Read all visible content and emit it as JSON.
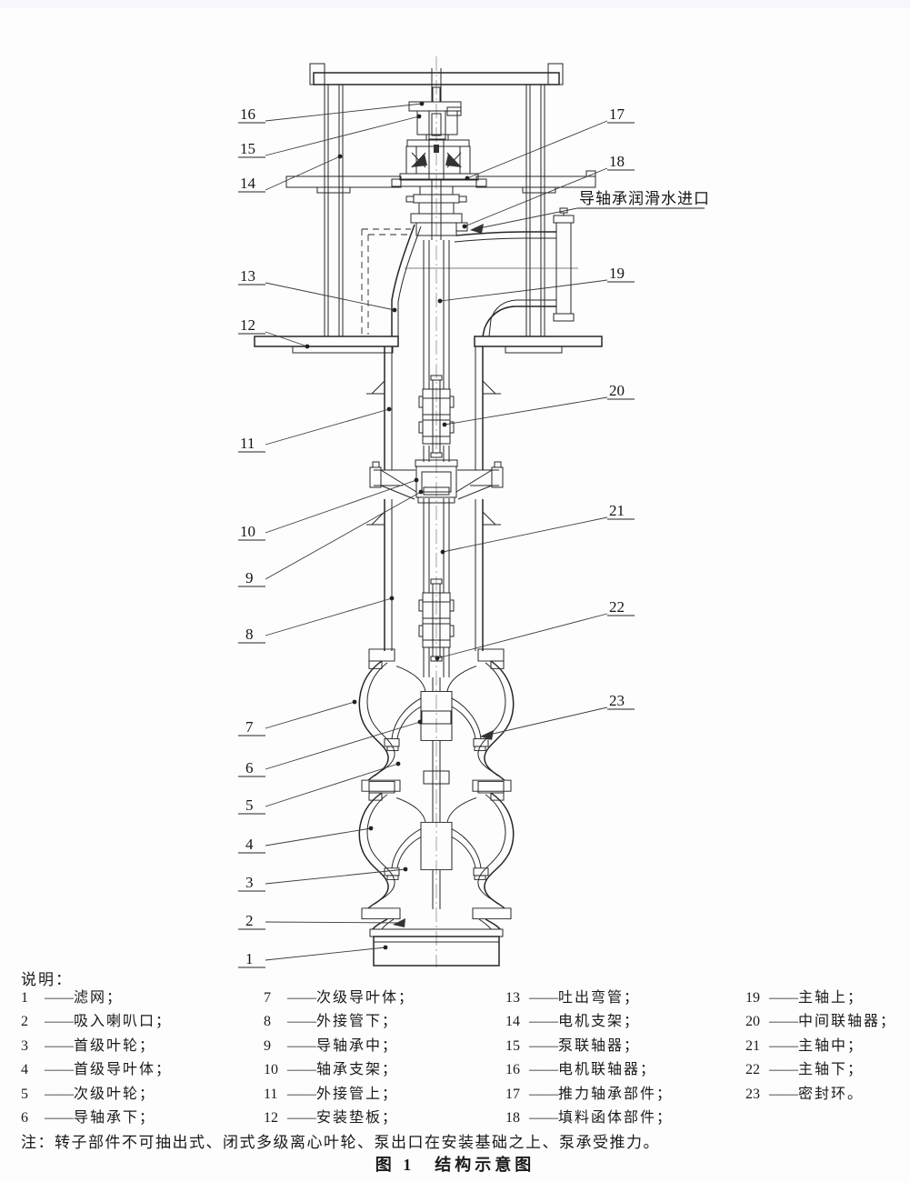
{
  "figure": {
    "legend_title": "说明：",
    "inlet_label": "导轴承润滑水进口",
    "note": "注：转子部件不可抽出式、闭式多级离心叶轮、泵出口在安装基础之上、泵承受推力。",
    "caption": "图 1　结构示意图",
    "dash": "——"
  },
  "callouts": {
    "c1": "1",
    "c2": "2",
    "c3": "3",
    "c4": "4",
    "c5": "5",
    "c6": "6",
    "c7": "7",
    "c8": "8",
    "c9": "9",
    "c10": "10",
    "c11": "11",
    "c12": "12",
    "c13": "13",
    "c14": "14",
    "c15": "15",
    "c16": "16",
    "c17": "17",
    "c18": "18",
    "c19": "19",
    "c20": "20",
    "c21": "21",
    "c22": "22",
    "c23": "23"
  },
  "legend": {
    "columns": [
      {
        "items": [
          {
            "num": "1",
            "name": "滤网；"
          },
          {
            "num": "2",
            "name": "吸入喇叭口；"
          },
          {
            "num": "3",
            "name": "首级叶轮；"
          },
          {
            "num": "4",
            "name": "首级导叶体；"
          },
          {
            "num": "5",
            "name": "次级叶轮；"
          },
          {
            "num": "6",
            "name": "导轴承下；"
          }
        ]
      },
      {
        "items": [
          {
            "num": "7",
            "name": "次级导叶体；"
          },
          {
            "num": "8",
            "name": "外接管下；"
          },
          {
            "num": "9",
            "name": "导轴承中；"
          },
          {
            "num": "10",
            "name": "轴承支架；"
          },
          {
            "num": "11",
            "name": "外接管上；"
          },
          {
            "num": "12",
            "name": "安装垫板；"
          }
        ]
      },
      {
        "items": [
          {
            "num": "13",
            "name": "吐出弯管；"
          },
          {
            "num": "14",
            "name": "电机支架；"
          },
          {
            "num": "15",
            "name": "泵联轴器；"
          },
          {
            "num": "16",
            "name": "电机联轴器；"
          },
          {
            "num": "17",
            "name": "推力轴承部件；"
          },
          {
            "num": "18",
            "name": "填料函体部件；"
          }
        ]
      },
      {
        "items": [
          {
            "num": "19",
            "name": "主轴上；"
          },
          {
            "num": "20",
            "name": "中间联轴器；"
          },
          {
            "num": "21",
            "name": "主轴中；"
          },
          {
            "num": "22",
            "name": "主轴下；"
          },
          {
            "num": "23",
            "name": "密封环。"
          }
        ]
      }
    ]
  }
}
